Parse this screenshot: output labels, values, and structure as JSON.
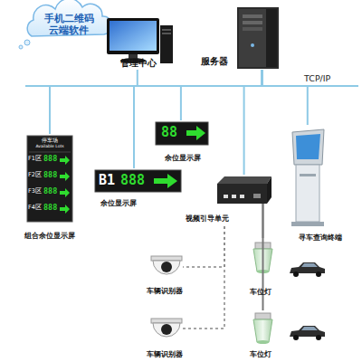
{
  "diagram": {
    "nodes": [
      {
        "text": [
          "手机二维码 云端软件"
        ]
      },
      {
        "text": [
          "管理中心"
        ]
      },
      {
        "text": [
          "服务器"
        ]
      },
      {
        "text": [
          "停车场",
          "Available Lots",
          "F1区",
          "888",
          "F2区",
          "888",
          "F3区",
          "888",
          "F4区",
          "888",
          "组合余位显示屏"
        ]
      },
      {
        "text": [
          "B1",
          "888",
          "余位显示屏"
        ]
      },
      {
        "text": [
          "88",
          "余位显示屏"
        ]
      },
      {
        "text": [
          "视频引导单元"
        ]
      },
      {
        "text": [
          "寻车查询终端"
        ]
      },
      {
        "text": [
          "车辆识别器"
        ]
      },
      {
        "text": [
          "车位灯"
        ]
      },
      {
        "text": [
          "车辆识别器"
        ]
      },
      {
        "text": [
          "车位灯"
        ]
      }
    ],
    "edges": [
      {
        "from": 2,
        "to": 1,
        "arrow": "none"
      },
      {
        "from": 2,
        "to": 3,
        "arrow": "none"
      },
      {
        "from": 2,
        "to": 4,
        "arrow": "none"
      },
      {
        "from": 2,
        "to": 5,
        "arrow": "none"
      },
      {
        "from": 2,
        "to": 6,
        "arrow": "none"
      },
      {
        "from": 2,
        "to": 7,
        "arrow": "none"
      },
      {
        "from": 6,
        "to": 8,
        "arrow": "none"
      },
      {
        "from": 6,
        "to": 9,
        "arrow": "none"
      },
      {
        "from": 6,
        "to": 10,
        "arrow": "none"
      },
      {
        "from": 6,
        "to": 11,
        "arrow": "none"
      }
    ],
    "labels": [
      "TCP/IP"
    ]
  }
}
